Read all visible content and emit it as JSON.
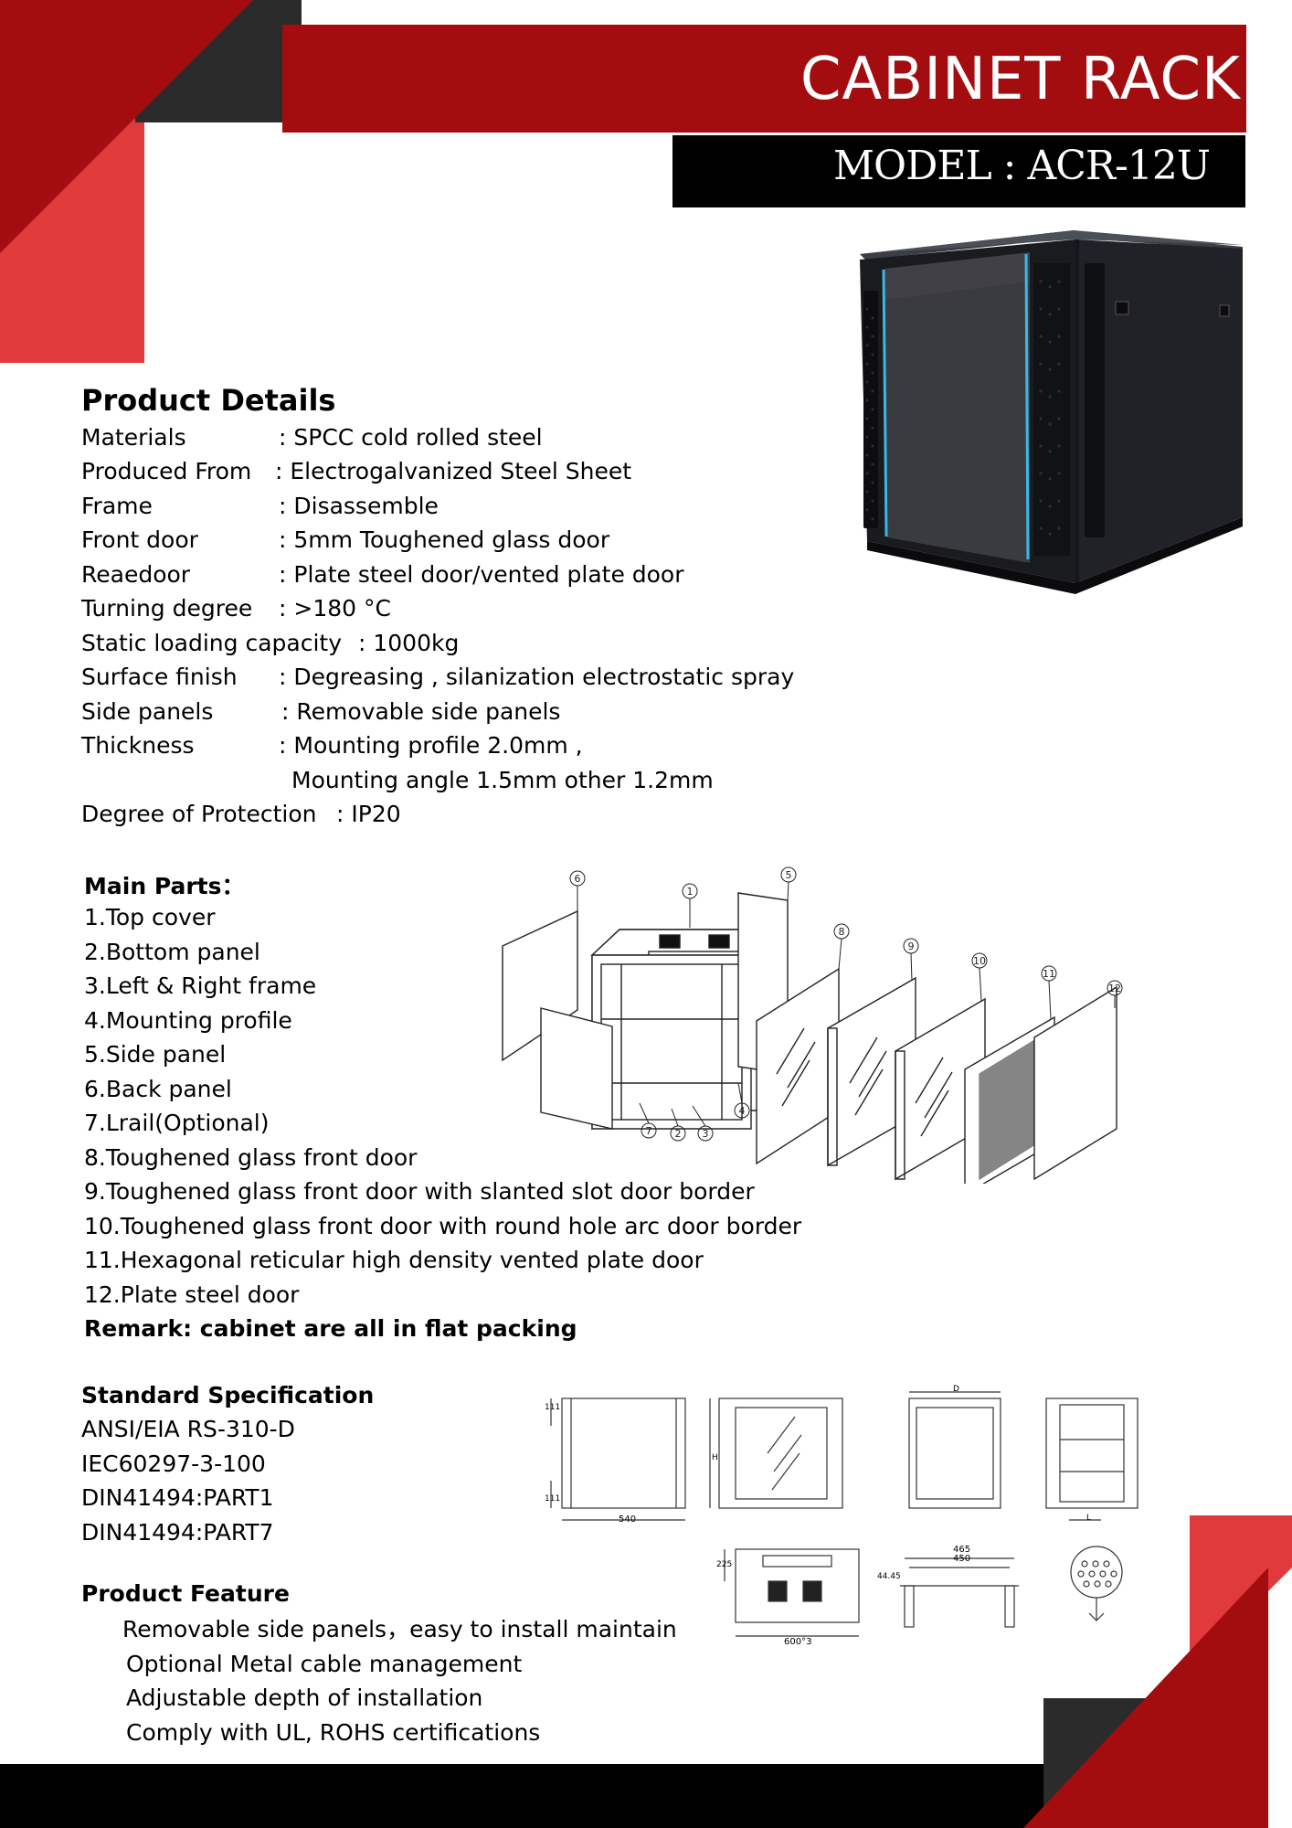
{
  "header": {
    "title": "CABINET RACK",
    "model": "MODEL : ACR-12U"
  },
  "details": {
    "heading": "Product Details",
    "rows": [
      {
        "label": "Materials",
        "value": ": SPCC cold rolled steel"
      },
      {
        "label": "Produced From",
        "value": ": Electrogalvanized Steel Sheet"
      },
      {
        "label": "Frame",
        "value": ": Disassemble"
      },
      {
        "label": "Front door",
        "value": ": 5mm Toughened glass door"
      },
      {
        "label": "Reaedoor",
        "value": ": Plate steel door/vented plate door"
      },
      {
        "label": "Turning degree",
        "value": ": >180 °C"
      },
      {
        "label": "Static loading capacity",
        "value": ": 1000kg"
      },
      {
        "label": "Surface finish",
        "value": ": Degreasing , silanization electrostatic spray"
      },
      {
        "label": "Side panels",
        "value": ": Removable side panels"
      },
      {
        "label": "Thickness",
        "value": ": Mounting profile 2.0mm ,"
      },
      {
        "label": "",
        "value": "Mounting angle 1.5mm other 1.2mm"
      },
      {
        "label": "Degree of Protection",
        "value": ": IP20"
      }
    ]
  },
  "main_parts": {
    "heading": "Main Parts：",
    "items": [
      "1.Top cover",
      "2.Bottom panel",
      "3.Left & Right frame",
      "4.Mounting profile",
      "5.Side panel",
      "6.Back panel",
      "7.Lrail(Optional)",
      "8.Toughened glass front door",
      "9.Toughened glass front door with slanted slot door border",
      "10.Toughened glass front door with round hole arc door border",
      "11.Hexagonal reticular high density vented plate door",
      "12.Plate steel door"
    ],
    "remark": "Remark: cabinet are all in flat packing",
    "diagram_callouts": [
      "6",
      "1",
      "5",
      "8",
      "9",
      "10",
      "11",
      "12",
      "7",
      "2",
      "3",
      "4"
    ]
  },
  "standard": {
    "heading": "Standard Specification",
    "items": [
      "ANSI/EIA RS-310-D",
      "IEC60297-3-100",
      "DIN41494:PART1",
      "DIN41494:PART7"
    ],
    "drawing_labels": {
      "width_540": "540",
      "depth_600": "600°3",
      "d465": "465",
      "d450": "450",
      "h111a": "111",
      "h111b": "111",
      "h225": "225",
      "h4445": "44.45",
      "h_label": "H",
      "d_label": "D",
      "l_label": "L"
    }
  },
  "feature": {
    "heading": "Product Feature",
    "items": [
      "Removable side panels，easy to install maintain",
      "Optional Metal cable management",
      "Adjustable depth of installation",
      "Comply with UL, ROHS certifications"
    ]
  },
  "colors": {
    "dark_red": "#a30d10",
    "bright_red": "#e03a3c",
    "charcoal": "#2b2b2b",
    "black": "#000000"
  }
}
